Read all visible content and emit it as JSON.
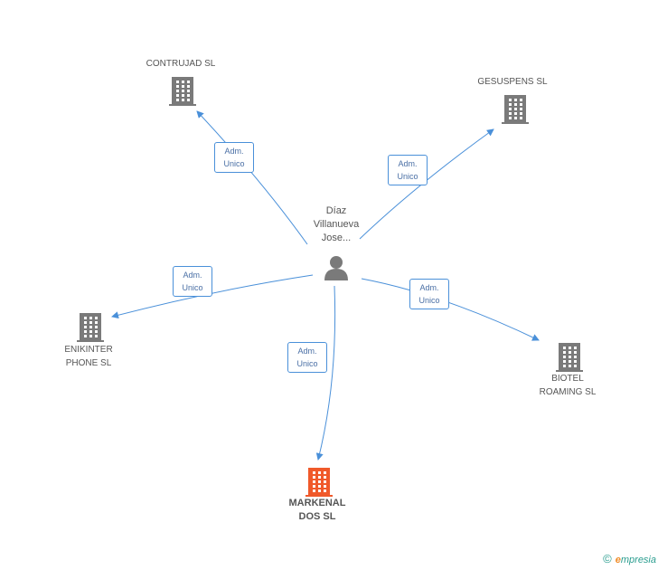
{
  "center": {
    "name": "Díaz\nVillanueva\nJose...",
    "icon": "person-icon"
  },
  "companies": [
    {
      "id": "contrujad",
      "name": "CONTRUJAD SL",
      "highlight": false
    },
    {
      "id": "gesuspens",
      "name": "GESUSPENS SL",
      "highlight": false
    },
    {
      "id": "enikinter",
      "name": "ENIKINTER\nPHONE SL",
      "highlight": false
    },
    {
      "id": "biotel",
      "name": "BIOTEL\nROAMING SL",
      "highlight": false
    },
    {
      "id": "markenal",
      "name": "MARKENAL\nDOS SL",
      "highlight": true
    }
  ],
  "edges": [
    {
      "to": "contrujad",
      "label": "Adm.\nUnico"
    },
    {
      "to": "gesuspens",
      "label": "Adm.\nUnico"
    },
    {
      "to": "enikinter",
      "label": "Adm.\nUnico"
    },
    {
      "to": "biotel",
      "label": "Adm.\nUnico"
    },
    {
      "to": "markenal",
      "label": "Adm.\nUnico"
    }
  ],
  "footer": {
    "copyright": "©",
    "brand_initial": "e",
    "brand_rest": "mpresia"
  },
  "colors": {
    "edge": "#4a90d9",
    "building": "#7a7a7a",
    "building_highlight": "#f0592a",
    "person": "#7a7a7a"
  }
}
